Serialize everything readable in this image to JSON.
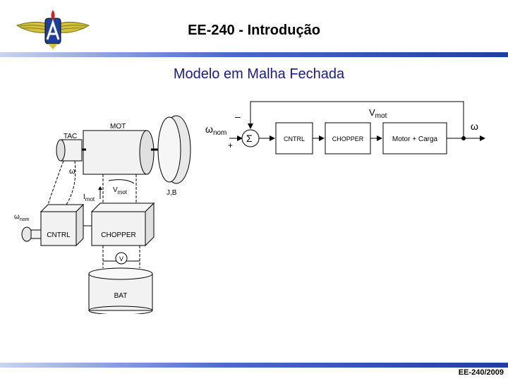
{
  "header": {
    "title": "EE-240 - Introdução"
  },
  "slide": {
    "title": "Modelo em Malha Fechada"
  },
  "block_diagram": {
    "input_symbol": "ω",
    "input_subscript": "nom",
    "plus_sign": "+",
    "minus_sign": "–",
    "sum_symbol": "Σ",
    "blocks": [
      "CNTRL",
      "CHOPPER",
      "Motor + Carga"
    ],
    "voltage_symbol": "V",
    "voltage_subscript": "mot",
    "output_symbol": "ω"
  },
  "physical_diagram": {
    "tac_label": "TAC",
    "mot_label": "MOT",
    "omega_label": "ω",
    "current_symbol": "I",
    "current_subscript": "mot",
    "voltage_symbol": "V",
    "voltage_subscript": "mot",
    "inertia_label": "J,B",
    "omega_nom_symbol": "ω",
    "omega_nom_subscript": "nom",
    "cntrl_label": "CNTRL",
    "chopper_label": "CHOPPER",
    "voltmeter_label": "V",
    "battery_label": "BAT"
  },
  "footer": {
    "text": "EE-240/2009"
  },
  "colors": {
    "bar_dark": "#1f3f9f",
    "bar_light": "#c8d4f0",
    "title_blue": "#1a1a8c"
  }
}
